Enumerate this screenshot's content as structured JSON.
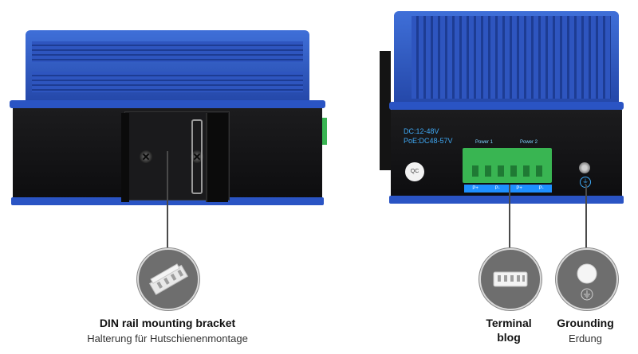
{
  "left_device": {
    "callout": {
      "title": "DIN rail mounting bracket",
      "subtitle": "Halterung für Hutschienenmontage",
      "icon": "din-rail-icon"
    }
  },
  "right_device": {
    "power_text_line1": "DC:12-48V",
    "power_text_line2": "PoE:DC48-57V",
    "power1_label": "Power 1",
    "power2_label": "Power 2",
    "terminal_pin_labels": [
      "P+",
      "P-",
      "P+",
      "P-"
    ],
    "qc_sticker": "QC",
    "callouts": [
      {
        "title_line1": "Terminal",
        "title_line2": "blog",
        "icon": "terminal-block-icon"
      },
      {
        "title": "Grounding",
        "subtitle": "Erdung",
        "icon": "grounding-icon"
      }
    ]
  },
  "colors": {
    "device_blue": "#2e55bf",
    "terminal_green": "#39b552",
    "device_black": "#111111",
    "callout_gray": "#6e6e6e"
  }
}
